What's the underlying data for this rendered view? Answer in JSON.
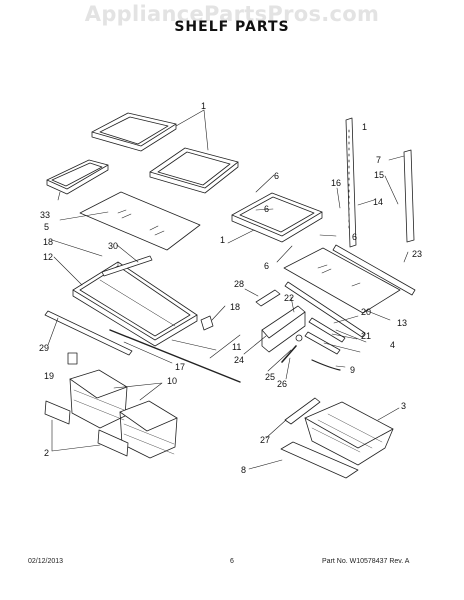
{
  "watermark": "AppliancePartsPros.com",
  "title": "SHELF PARTS",
  "callouts": [
    "1",
    "1",
    "33",
    "5",
    "18",
    "30",
    "12",
    "6",
    "6",
    "6",
    "6",
    "1",
    "7",
    "15",
    "16",
    "14",
    "23",
    "28",
    "18",
    "22",
    "20",
    "21",
    "13",
    "4",
    "29",
    "19",
    "17",
    "11",
    "24",
    "25",
    "26",
    "9",
    "10",
    "2",
    "3",
    "27",
    "8"
  ],
  "footer": {
    "date": "02/12/2013",
    "page": "6",
    "part": "Part No.  W10578437  Rev. A"
  }
}
